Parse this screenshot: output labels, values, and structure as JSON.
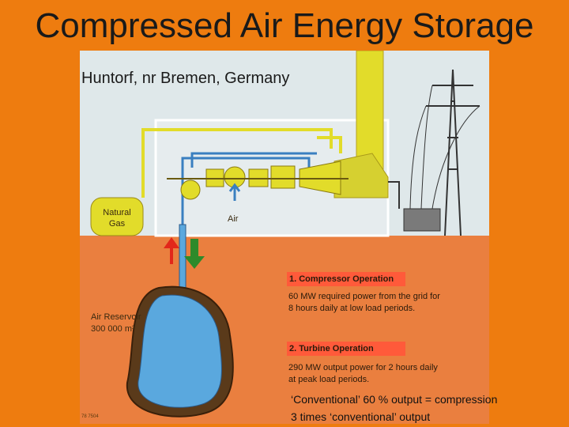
{
  "title": "Compressed Air Energy Storage",
  "location": "Huntorf, nr Bremen, Germany",
  "labels": {
    "natural_gas_1": "Natural",
    "natural_gas_2": "Gas",
    "air": "Air",
    "reservoir_1": "Air Reservoir",
    "reservoir_2": "300 000 m³"
  },
  "operations": [
    {
      "label": "1. Compressor Operation",
      "lines": [
        "60 MW required power from the grid for",
        "8 hours daily at low load periods."
      ]
    },
    {
      "label": "2. Turbine Operation",
      "lines": [
        "290 MW output power for 2 hours daily",
        "at peak load periods."
      ]
    }
  ],
  "tiny_label": "78 7504",
  "footnotes": [
    "‘Conventional’ 60 % output = compression",
    "3 times ‘conventional’ output"
  ],
  "colors": {
    "background": "#ee7c0f",
    "sky": "#dfe8ea",
    "ground": "#ea7f3f",
    "reservoir": "#5aa8de",
    "equipment": "#dcd83a",
    "pipe": "#3a7fc0",
    "red_label": "#ff5a3a"
  }
}
